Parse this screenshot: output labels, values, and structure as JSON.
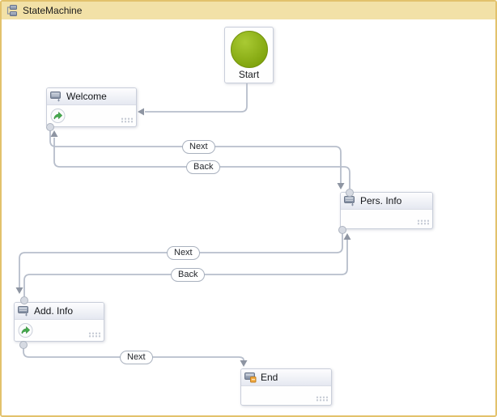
{
  "window": {
    "title": "StateMachine"
  },
  "start_node": {
    "label": "Start"
  },
  "states": [
    {
      "name": "Welcome",
      "has_entry_icon": true,
      "is_final": false
    },
    {
      "name": "Pers. Info",
      "has_entry_icon": false,
      "is_final": false
    },
    {
      "name": "Add. Info",
      "has_entry_icon": true,
      "is_final": false
    },
    {
      "name": "End",
      "has_entry_icon": false,
      "is_final": true
    }
  ],
  "initial_state": "Welcome",
  "transitions": [
    {
      "label": "Next",
      "from": "Welcome",
      "to": "Pers. Info"
    },
    {
      "label": "Back",
      "from": "Pers. Info",
      "to": "Welcome"
    },
    {
      "label": "Next",
      "from": "Pers. Info",
      "to": "Add. Info"
    },
    {
      "label": "Back",
      "from": "Add. Info",
      "to": "Pers. Info"
    },
    {
      "label": "Next",
      "from": "Add. Info",
      "to": "End"
    }
  ],
  "icons": {
    "titlebar": "statemachine-icon",
    "state_header": "state-icon",
    "end_header": "final-state-icon",
    "entry": "entry-action-icon",
    "grip": "resize-grip"
  },
  "colors": {
    "titlebar-bg": "#F2E1A7",
    "window-border": "#E2C26C",
    "node-border": "#C9CEDA",
    "header-tint": "#E5E8F1",
    "connector": "#B7BECB",
    "arrow-fill": "#8E95A2",
    "connection-point": "#D6DAE2",
    "pill-border": "#A9B1BE",
    "start-green-light": "#A9CA33",
    "start-green-dark": "#7FA30C",
    "entry-green": "#45A94D",
    "final-orange": "#F2A93F",
    "title-text": "#1B1B1B"
  }
}
